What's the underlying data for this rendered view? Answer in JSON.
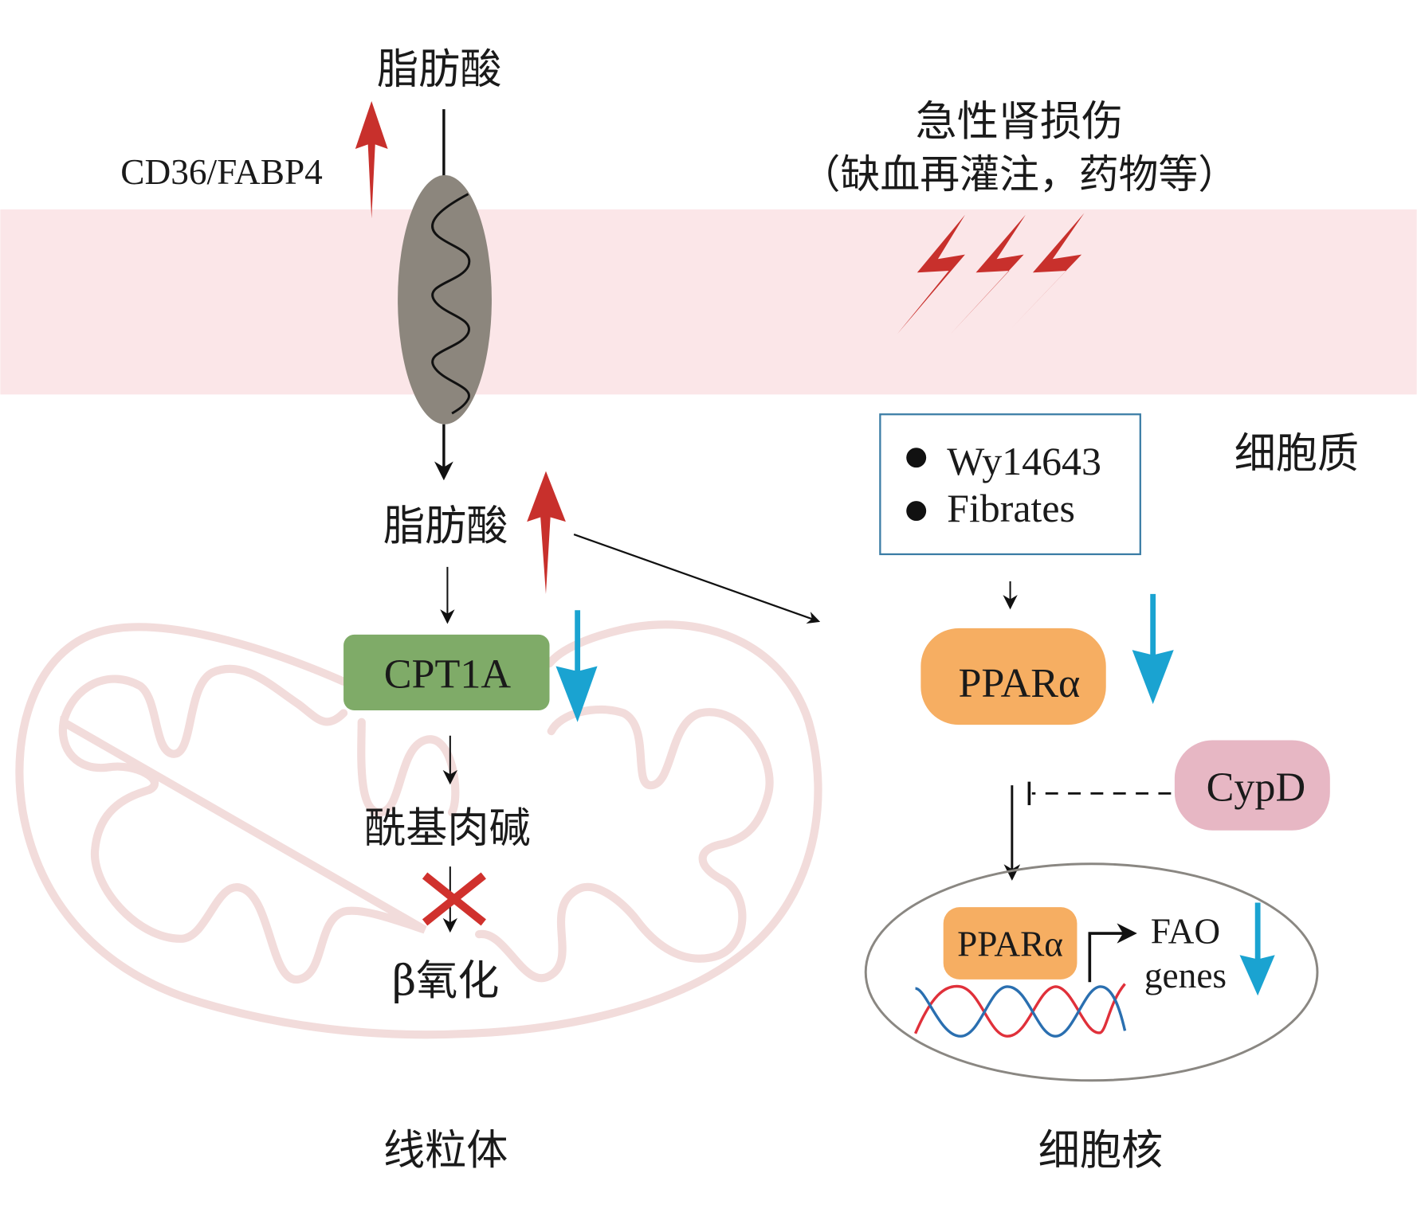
{
  "title": "Fatty acid metabolism in acute kidney injury",
  "colors": {
    "membrane": "#fbe6e8",
    "transporter": "#8c867d",
    "up_arrow": "#c8302c",
    "down_arrow": "#1aa3d1",
    "cpt1a": "#7fab68",
    "ppara": "#f6ae62",
    "cypd": "#e7b7c4",
    "mito_outline": "#f2dcdb",
    "drug_box_border": "#3a7ca5",
    "nucleus_outline": "#8a8782",
    "dna_red": "#e0303a",
    "dna_blue": "#2a6fb0",
    "inhibit_x": "#d0312d"
  },
  "labels": {
    "fatty_acid_outside": "脂肪酸",
    "transporter_label": "CD36/FABP4",
    "aki_title": "急性肾损伤",
    "aki_causes": "（缺血再灌注，药物等）",
    "fatty_acid_inside": "脂肪酸",
    "cpt1a": "CPT1A",
    "acylcarnitine": "酰基肉碱",
    "beta_oxidation": "β氧化",
    "mitochondria": "线粒体",
    "cytoplasm": "细胞质",
    "nucleus": "细胞核",
    "ppara": "PPARα",
    "ppara_nuclear": "PPARα",
    "cypd": "CypD",
    "fao_line1": "FAO",
    "fao_line2": "genes"
  },
  "drugs": {
    "items": [
      "Wy14643",
      "Fibrates"
    ]
  },
  "regulation": {
    "cd36_fabp4": "up",
    "fatty_acid": "up",
    "cpt1a": "down",
    "ppara": "down",
    "fao_genes": "down",
    "cypd_on_ppara_nuclear_translocation": "inhibits",
    "acylcarnitine_to_beta_oxidation": "blocked"
  }
}
